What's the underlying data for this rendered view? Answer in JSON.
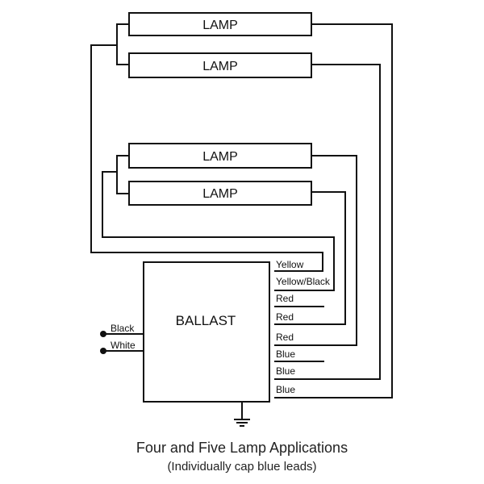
{
  "diagram": {
    "lamps": [
      "LAMP",
      "LAMP",
      "LAMP",
      "LAMP"
    ],
    "ballast_label": "BALLAST",
    "leads_left": [
      "Black",
      "White"
    ],
    "leads_right": [
      "Yellow",
      "Yellow/Black",
      "Red",
      "Red",
      "Red",
      "Blue",
      "Blue",
      "Blue"
    ],
    "caption": "Four and Five Lamp Applications",
    "subcaption": "(Individually cap blue leads)"
  }
}
